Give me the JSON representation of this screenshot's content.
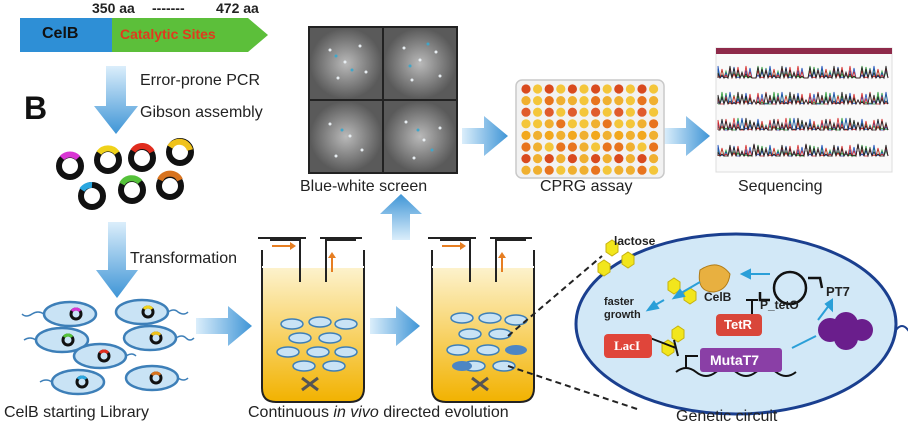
{
  "panel_letter": "B",
  "domain_bar": {
    "left_label": "CelB",
    "right_label": "Catalytic Sites",
    "start_aa": "350 aa",
    "dashes": "-------",
    "end_aa": "472 aa",
    "colors": {
      "left": "#2e8fd6",
      "right": "#5cbf3a",
      "right_text": "#e03a1e"
    }
  },
  "steps": {
    "mutagenesis_1": "Error-prone PCR",
    "mutagenesis_2": "Gibson assembly",
    "transformation": "Transformation",
    "library": "CelB starting Library",
    "evolution_prefix": "Continuous ",
    "evolution_italic": "in vivo",
    "evolution_suffix": " directed evolution",
    "screen": "Blue-white screen",
    "assay": "CPRG assay",
    "sequencing": "Sequencing",
    "circuit": "Genetic circuit"
  },
  "circuit": {
    "lactose": "lactose",
    "faster_growth_1": "faster",
    "faster_growth_2": "growth",
    "celb": "CelB",
    "ptet": "P_tetO",
    "pt7": "PT7",
    "tetr": "TetR",
    "laci": "LacI",
    "mutat7": "MutaT7"
  },
  "colors": {
    "arrow": "#5aa7dc",
    "cell_fill": "#c9e3f5",
    "cell_stroke": "#3d7fb8",
    "circuit_bg": "#d2e8f7",
    "tetr": "#d9463a",
    "laci": "#e0453a",
    "mutat7": "#8a3fa6",
    "lactose": "#f2e61c",
    "media": "#f3b400"
  }
}
